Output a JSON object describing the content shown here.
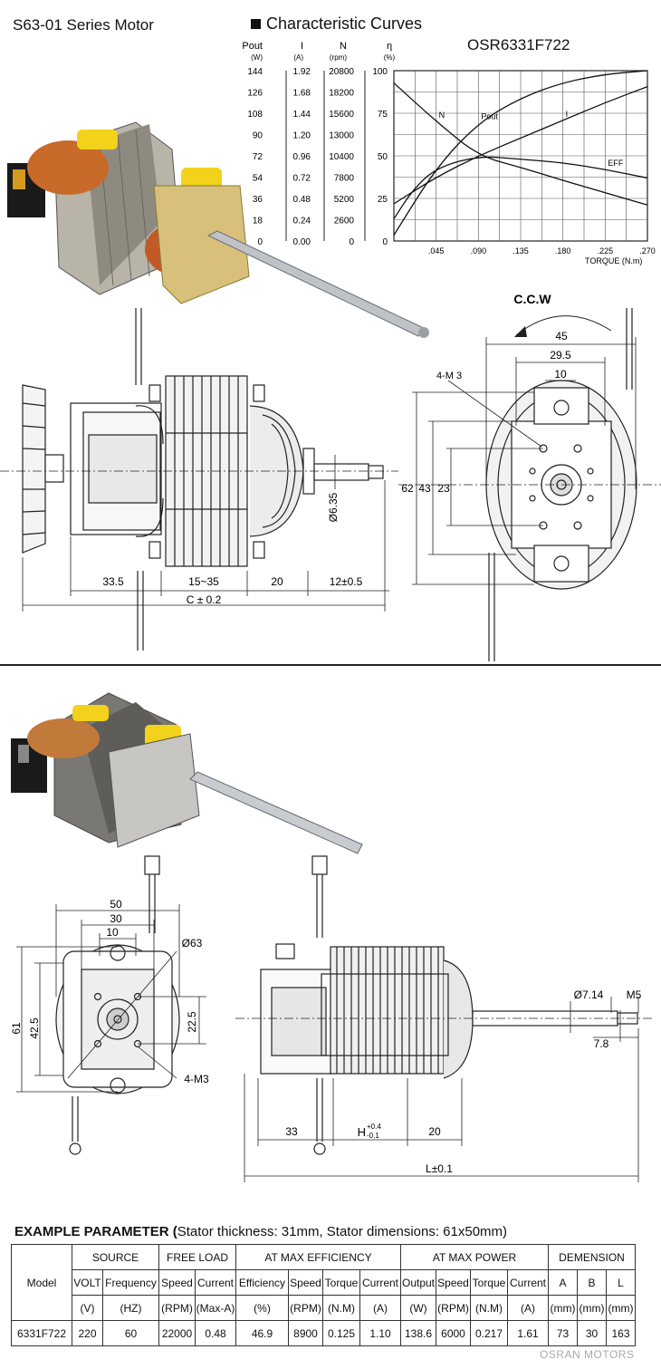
{
  "header": {
    "series_title": "S63-01 Series Motor",
    "curves_title": "Characteristic Curves",
    "model": "OSR6331F722"
  },
  "chart_data": {
    "type": "line",
    "title": "OSR6331F722",
    "xlabel": "TORQUE (N.m)",
    "x_ticks": [
      ".045",
      ".090",
      ".135",
      ".180",
      ".225",
      ".270"
    ],
    "xlim": [
      0,
      0.27
    ],
    "axes": [
      {
        "label": "Pout",
        "unit": "(W)",
        "ticks": [
          "144",
          "126",
          "108",
          "90",
          "72",
          "54",
          "36",
          "18",
          "0"
        ]
      },
      {
        "label": "I",
        "unit": "(A)",
        "ticks": [
          "1.92",
          "1.68",
          "1.44",
          "1.20",
          "0.96",
          "0.72",
          "0.48",
          "0.24",
          "0.00"
        ]
      },
      {
        "label": "N",
        "unit": "(rpm)",
        "ticks": [
          "20800",
          "18200",
          "15600",
          "13000",
          "10400",
          "7800",
          "5200",
          "2600",
          "0"
        ]
      },
      {
        "label": "η",
        "unit": "(%)",
        "ticks": [
          "100",
          "75",
          "50",
          "25",
          "0"
        ]
      }
    ],
    "grid": true,
    "series": [
      {
        "name": "N",
        "unit": "rpm",
        "x": [
          0.0,
          0.045,
          0.09,
          0.135,
          0.18,
          0.225,
          0.27
        ],
        "y": [
          19300,
          14600,
          10400,
          9000,
          7400,
          5900,
          4400
        ]
      },
      {
        "name": "Pout",
        "unit": "W",
        "x": [
          0.0,
          0.045,
          0.09,
          0.135,
          0.18,
          0.225,
          0.27
        ],
        "y": [
          5,
          62,
          100,
          121,
          134,
          141,
          144
        ]
      },
      {
        "name": "I",
        "unit": "A",
        "x": [
          0.0,
          0.045,
          0.09,
          0.135,
          0.18,
          0.225,
          0.27
        ],
        "y": [
          0.42,
          0.72,
          0.96,
          1.16,
          1.36,
          1.56,
          1.74
        ]
      },
      {
        "name": "EFF",
        "unit": "%",
        "x": [
          0.0,
          0.02,
          0.045,
          0.09,
          0.135,
          0.18,
          0.225,
          0.27
        ],
        "y": [
          13,
          30,
          43,
          50,
          48,
          46,
          42,
          37
        ]
      }
    ]
  },
  "drawing1": {
    "ccw": "C.C.W",
    "front_dims": [
      "45",
      "29.5",
      "10",
      "4-M 3",
      "62",
      "43",
      "23"
    ],
    "side_dims": [
      "33.5",
      "15~35",
      "20",
      "12±0.5",
      "C ± 0.2",
      "Ø6.35"
    ]
  },
  "drawing2": {
    "front_dims": [
      "50",
      "30",
      "10",
      "Ø63",
      "61",
      "42.5",
      "22.5",
      "4-M3"
    ],
    "side_dims": [
      "Ø7.14",
      "M5",
      "7.8",
      "33",
      "20",
      "L±0.1"
    ],
    "h_main": "H",
    "h_sup": "+0.4",
    "h_sub": "-0.1"
  },
  "params": {
    "heading_bold": "EXAMPLE PARAMETER (",
    "heading_rest": "Stator thickness: 31mm, Stator dimensions: 61x50mm)",
    "model_label": "Model",
    "groups": [
      "SOURCE",
      "FREE LOAD",
      "AT MAX EFFICIENCY",
      "AT MAX POWER",
      "DEMENSION"
    ],
    "names": [
      "VOLT",
      "Frequency",
      "Speed",
      "Current",
      "Efficiency",
      "Speed",
      "Torque",
      "Current",
      "Output",
      "Speed",
      "Torque",
      "Current",
      "A",
      "B",
      "L"
    ],
    "units": [
      "(V)",
      "(HZ)",
      "(RPM)",
      "(Max-A)",
      "(%)",
      "(RPM)",
      "(N.M)",
      "(A)",
      "(W)",
      "(RPM)",
      "(N.M)",
      "(A)",
      "(mm)",
      "(mm)",
      "(mm)"
    ],
    "row": [
      "6331F722",
      "220",
      "60",
      "22000",
      "0.48",
      "46.9",
      "8900",
      "0.125",
      "1.10",
      "138.6",
      "6000",
      "0.217",
      "1.61",
      "73",
      "30",
      "163"
    ]
  },
  "footer": {
    "brand": "OSRAN MOTORS"
  }
}
